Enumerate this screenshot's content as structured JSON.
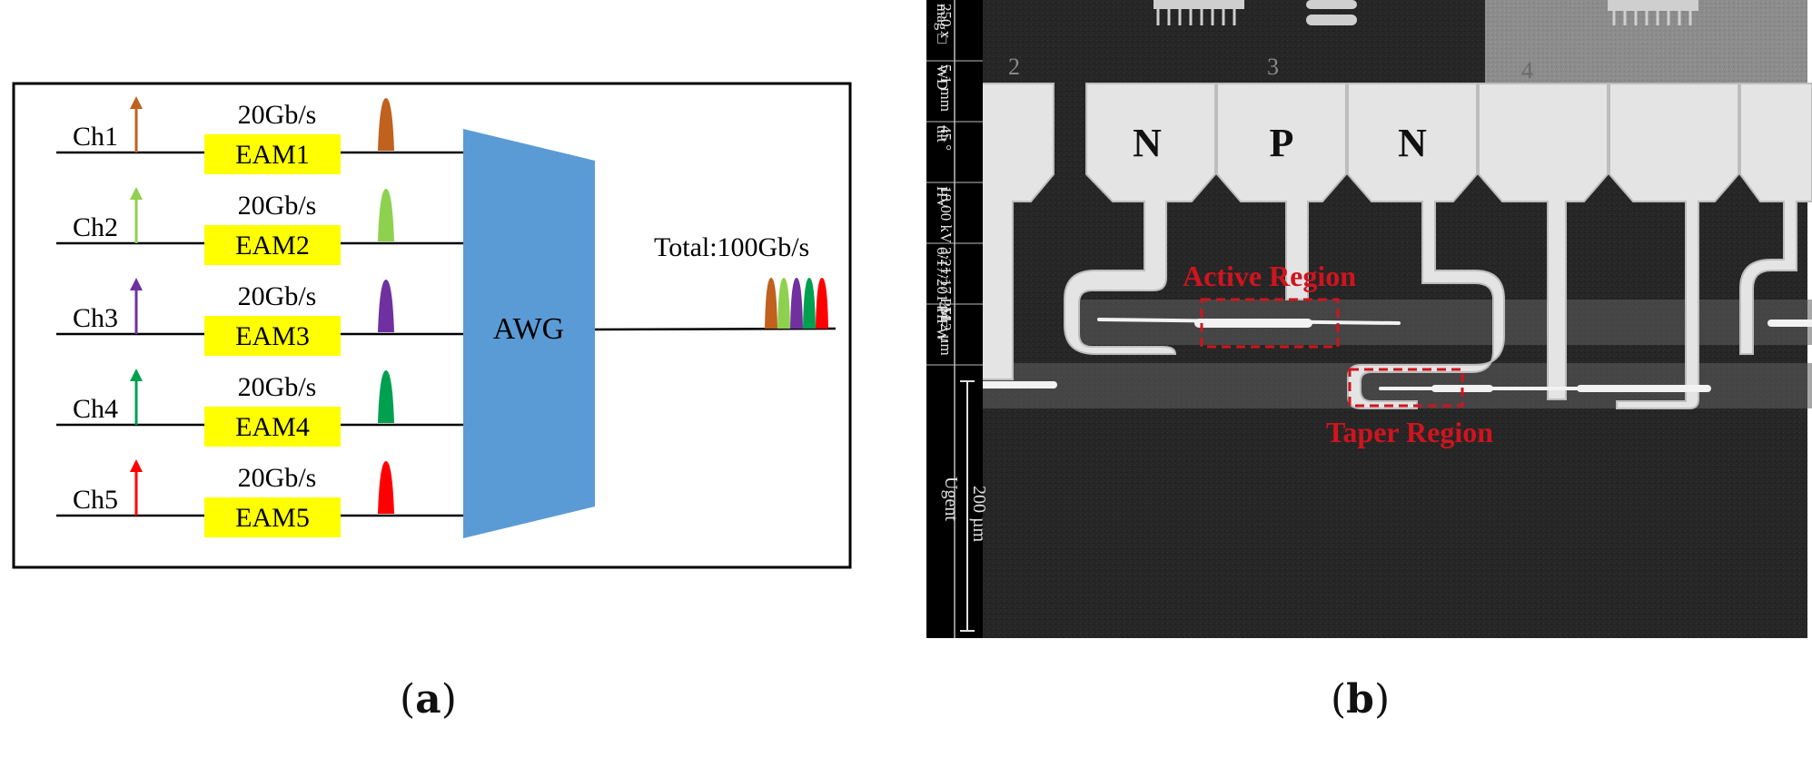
{
  "panel_a": {
    "channels": [
      {
        "label": "Ch1",
        "rate": "20Gb/s",
        "modulator": "EAM1",
        "color": "#C0611E"
      },
      {
        "label": "Ch2",
        "rate": "20Gb/s",
        "modulator": "EAM2",
        "color": "#8ED14F"
      },
      {
        "label": "Ch3",
        "rate": "20Gb/s",
        "modulator": "EAM3",
        "color": "#7030A0"
      },
      {
        "label": "Ch4",
        "rate": "20Gb/s",
        "modulator": "EAM4",
        "color": "#00A050"
      },
      {
        "label": "Ch5",
        "rate": "20Gb/s",
        "modulator": "EAM5",
        "color": "#FF0000"
      }
    ],
    "awg_label": "AWG",
    "total_label": "Total:100Gb/s",
    "eam_box_color": "#FFFF00",
    "awg_color": "#5B9BD5",
    "caption_open": "(",
    "caption_letter": "a",
    "caption_close": ")"
  },
  "panel_b": {
    "info_bar": [
      "mag □",
      "250 x",
      "WD",
      "5.1 mm",
      "tilt",
      "45 °",
      "HV",
      "18.00 kV",
      "6/17/2014",
      "3:21:17 PM",
      "HFW",
      "512 µm"
    ],
    "scale_bar": "200 µm",
    "institution": "Ugent",
    "pad_numbers": [
      "2",
      "3",
      "4"
    ],
    "pad_labels": [
      "N",
      "P",
      "N"
    ],
    "active_region_label": "Active Region",
    "taper_region_label": "Taper Region",
    "annotation_color": "#D0141E",
    "caption_open": "(",
    "caption_letter": "b",
    "caption_close": ")"
  }
}
